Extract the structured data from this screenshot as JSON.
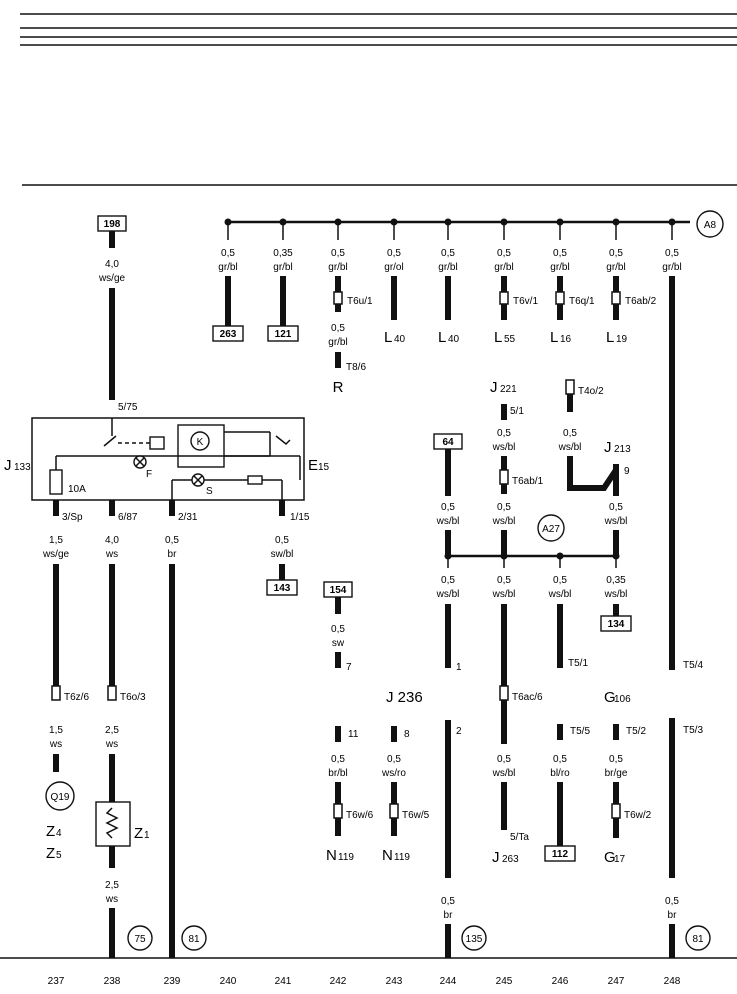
{
  "boxes": {
    "b198": "198",
    "b263": "263",
    "b121": "121",
    "b143": "143",
    "b154": "154",
    "b64": "64",
    "b134": "134",
    "b112": "112"
  },
  "circles": {
    "a8": "A8",
    "a27": "A27",
    "q19": "Q19",
    "c75": "75",
    "c81a": "81",
    "c135": "135",
    "c81b": "81",
    "k": "K"
  },
  "wire_labels": {
    "w198_size": "4,0",
    "w198_col": "ws/ge",
    "top1_size": "0,5",
    "top1_col": "gr/bl",
    "top2_size": "0,35",
    "top2_col": "gr/bl",
    "top3_size": "0,5",
    "top3_col": "gr/bl",
    "top4_size": "0,5",
    "top4_col": "gr/ol",
    "top5_size": "0,5",
    "top5_col": "gr/bl",
    "top6_size": "0,5",
    "top6_col": "gr/bl",
    "top7_size": "0,5",
    "top7_col": "gr/bl",
    "top8_size": "0,5",
    "top8_col": "gr/bl",
    "top9_size": "0,5",
    "top9_col": "gr/bl",
    "r_size": "0,5",
    "r_col": "gr/bl",
    "j133a_size": "1,5",
    "j133a_col": "ws/ge",
    "j133b_size": "4,0",
    "j133b_col": "ws",
    "j133c_size": "0,5",
    "j133c_col": "br",
    "j133d_size": "0,5",
    "j133d_col": "sw/bl",
    "q19_size": "1,5",
    "q19_col": "ws",
    "z1a_size": "2,5",
    "z1a_col": "ws",
    "z1b_size": "2,5",
    "z1b_col": "ws",
    "sw_size": "0,5",
    "sw_col": "sw",
    "j221_size": "0,5",
    "j221_col": "ws/bl",
    "t4o_size": "0,5",
    "t4o_col": "ws/bl",
    "w64_size": "0,5",
    "w64_col": "ws/bl",
    "wab_size": "0,5",
    "wab_col": "ws/bl",
    "j213_size": "0,5",
    "j213_col": "ws/bl",
    "a27a_size": "0,5",
    "a27a_col": "ws/bl",
    "a27b_size": "0,5",
    "a27b_col": "ws/bl",
    "a27c_size": "0,5",
    "a27c_col": "ws/bl",
    "a27d_size": "0,35",
    "a27d_col": "ws/bl",
    "n119a_size": "0,5",
    "n119a_col": "br/bl",
    "n119b_size": "0,5",
    "n119b_col": "ws/ro",
    "j263_size": "0,5",
    "j263_col": "ws/bl",
    "w112_size": "0,5",
    "w112_col": "bl/ro",
    "g17_size": "0,5",
    "g17_col": "br/ge",
    "w135_size": "0,5",
    "w135_col": "br",
    "w81b_size": "0,5",
    "w81b_col": "br"
  },
  "connectors": {
    "t6u1": "T6u/1",
    "t6v1": "T6v/1",
    "t6q1": "T6q/1",
    "t6ab2": "T6ab/2",
    "t86": "T8/6",
    "t6ab1": "T6ab/1",
    "t4o2": "T4o/2",
    "t6z6": "T6z/6",
    "t6o3": "T6o/3",
    "t6ac6": "T6ac/6",
    "t6w6": "T6w/6",
    "t6w5": "T6w/5",
    "t6w2": "T6w/2",
    "t51": "T5/1",
    "t54": "T5/4",
    "t55": "T5/5",
    "t52": "T5/2",
    "t53": "T5/3"
  },
  "pins": {
    "p575": "5/75",
    "p3sp": "3/Sp",
    "p687": "6/87",
    "p231": "2/31",
    "p115": "1/15",
    "p51": "5/1",
    "p9": "9",
    "p7": "7",
    "p1": "1",
    "p2": "2",
    "p11": "11",
    "p8": "8",
    "p5ta": "5/Ta"
  },
  "components": {
    "l40a": "L",
    "l40a_sub": "40",
    "l40b": "L",
    "l40b_sub": "40",
    "l55": "L",
    "l55_sub": "55",
    "l16": "L",
    "l16_sub": "16",
    "l19": "L",
    "l19_sub": "19",
    "r": "R",
    "j133": "J",
    "j133_sub": "133",
    "e15": "E",
    "e15_sub": "15",
    "j221": "J",
    "j221_sub": "221",
    "j213": "J",
    "j213_sub": "213",
    "j236": "J 236",
    "g106": "G",
    "g106_sub": "106",
    "z4": "Z",
    "z4_sub": "4",
    "z5": "Z",
    "z5_sub": "5",
    "z1": "Z",
    "z1_sub": "1",
    "n119a": "N",
    "n119a_sub": "119",
    "n119b": "N",
    "n119b_sub": "119",
    "j263": "J",
    "j263_sub": "263",
    "g17": "G",
    "g17_sub": "17",
    "fuse": "10A",
    "f": "F",
    "s": "S"
  },
  "bottom_numbers": [
    "237",
    "238",
    "239",
    "240",
    "241",
    "242",
    "243",
    "244",
    "245",
    "246",
    "247",
    "248"
  ]
}
